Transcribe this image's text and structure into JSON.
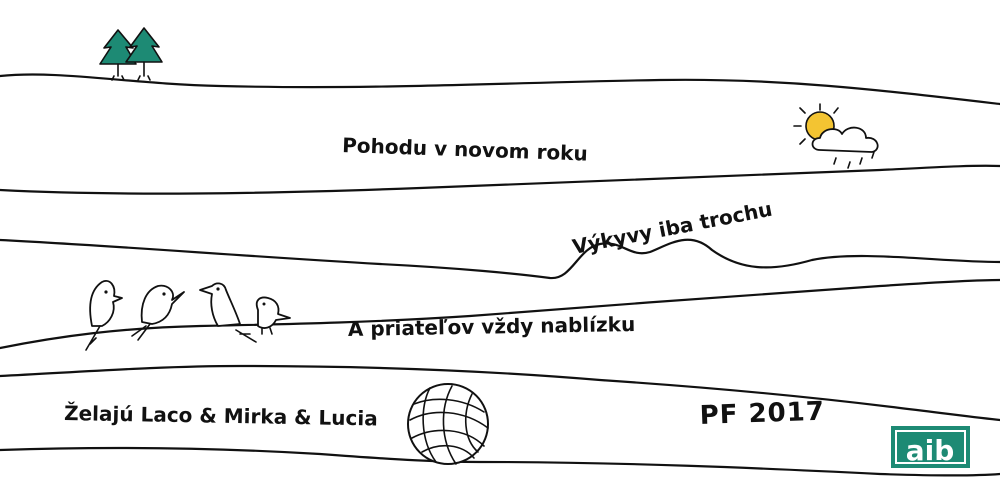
{
  "greetings": {
    "line1": "Pohodu v novom roku",
    "line2": "Výkyvy iba trochu",
    "line3": "A priateľov vždy nablízku",
    "signature": "Želajú Laco & Mirka & Lucia",
    "pf": "PF 2017"
  },
  "logo": {
    "text": "aib",
    "color": "#1d8a74"
  },
  "colors": {
    "tree": "#1d8a74",
    "sun": "#f3c432",
    "ink": "#111111"
  },
  "icons": [
    "trees-icon",
    "sun-cloud-icon",
    "birds-icon",
    "yarn-ball-icon",
    "aib-logo"
  ]
}
